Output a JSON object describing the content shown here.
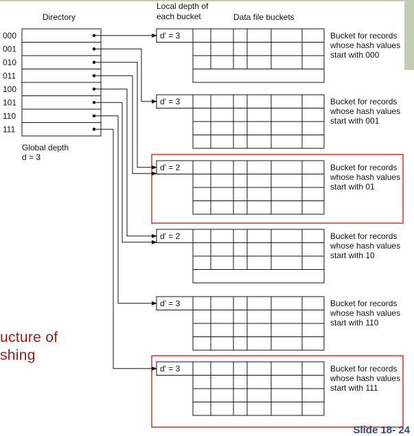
{
  "header": {
    "directory_label": "Directory",
    "local_depth_line1": "Local depth of",
    "local_depth_line2": "each bucket",
    "data_buckets_label": "Data file buckets"
  },
  "directory": {
    "entries": [
      "000",
      "001",
      "010",
      "011",
      "100",
      "101",
      "110",
      "111"
    ],
    "global_depth_line1": "Global depth",
    "global_depth_line2": "d = 3"
  },
  "buckets": [
    {
      "depth_label": "d′ = 3",
      "desc": [
        "Bucket for records",
        "whose hash values",
        "start with 000"
      ],
      "highlighted": false
    },
    {
      "depth_label": "d′ = 3",
      "desc": [
        "Bucket for records",
        "whose hash values",
        "start with 001"
      ],
      "highlighted": false
    },
    {
      "depth_label": "d′ = 2",
      "desc": [
        "Bucket for records",
        "whose hash values",
        "start with 01"
      ],
      "highlighted": true
    },
    {
      "depth_label": "d′ = 2",
      "desc": [
        "Bucket for records",
        "whose hash values",
        "start with 10"
      ],
      "highlighted": false
    },
    {
      "depth_label": "d′ = 3",
      "desc": [
        "Bucket for records",
        "whose hash values",
        "start with 110"
      ],
      "highlighted": false
    },
    {
      "depth_label": "d′ = 3",
      "desc": [
        "Bucket for records",
        "whose hash values",
        "start with 111"
      ],
      "highlighted": true
    }
  ],
  "slide": {
    "title_line1": "ucture of",
    "title_line2": "shing",
    "number": "Slide 18- 24"
  },
  "colors": {
    "highlight": "#e02020",
    "title": "#9a1a1a",
    "accent": "#c5cdb0"
  }
}
